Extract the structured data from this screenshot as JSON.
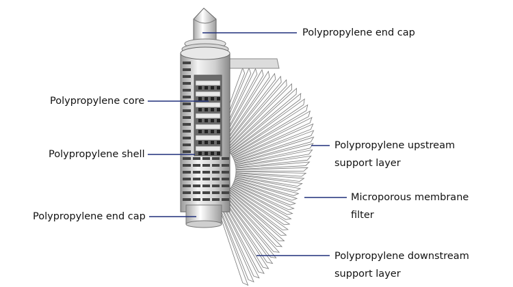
{
  "diagram": {
    "subject": "Pleated membrane filter cartridge (exploded cutaway view)",
    "leader_color": "#1f2f7a",
    "body_color": "#d9d9d9",
    "outline_color": "#555555",
    "labels": [
      {
        "id": "top-end-cap",
        "lines": [
          "Polypropylene end cap"
        ]
      },
      {
        "id": "core",
        "lines": [
          "Polypropylene core"
        ]
      },
      {
        "id": "shell",
        "lines": [
          "Polypropylene shell"
        ]
      },
      {
        "id": "bottom-end-cap",
        "lines": [
          "Polypropylene end cap"
        ]
      },
      {
        "id": "upstream-support",
        "lines": [
          "Polypropylene upstream",
          "support layer"
        ]
      },
      {
        "id": "membrane",
        "lines": [
          "Microporous membrane",
          "filter"
        ]
      },
      {
        "id": "downstream-support",
        "lines": [
          "Polypropylene downstream",
          "support layer"
        ]
      }
    ]
  }
}
